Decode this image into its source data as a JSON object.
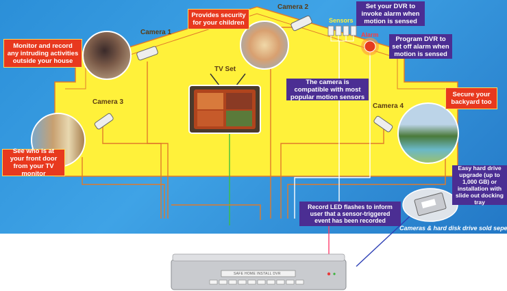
{
  "cameras": {
    "camera1": "Camera 1",
    "camera2": "Camera 2",
    "camera3": "Camera 3",
    "camera4": "Camera 4"
  },
  "labels": {
    "tv_set": "TV Set",
    "sensors": "Sensors",
    "alarm": "Alarm"
  },
  "callouts": {
    "monitor": "Monitor and record any intruding activities outside your house",
    "security": "Provides security for your children",
    "dvr_invoke": "Set your DVR to invoke alarm when motion is sensed",
    "dvr_program": "Program DVR to set off alarm when motion is sensed",
    "compatible": "The camera is compatible with most popular motion sensors",
    "backyard": "Secure your backyard too",
    "front_door": "See who is at your front door from your TV monitor",
    "hdd_upgrade": "Easy hard drive upgrade (up to 1,000 GB) or installation with slide out docking tray",
    "record_led": "Record LED flashes to inform user that a sensor-triggered event has been recorded"
  },
  "footnote": "Cameras & hard disk drive sold seperately",
  "dvr": {
    "panel_text": "SAFE HOME INSTALL DVR"
  },
  "colors": {
    "house_yellow": "#fff13a",
    "house_outline": "#e07a2a",
    "callout_red": "#e8391e",
    "callout_purple": "#4b2e93",
    "background_blue": "#2b8fd8"
  }
}
